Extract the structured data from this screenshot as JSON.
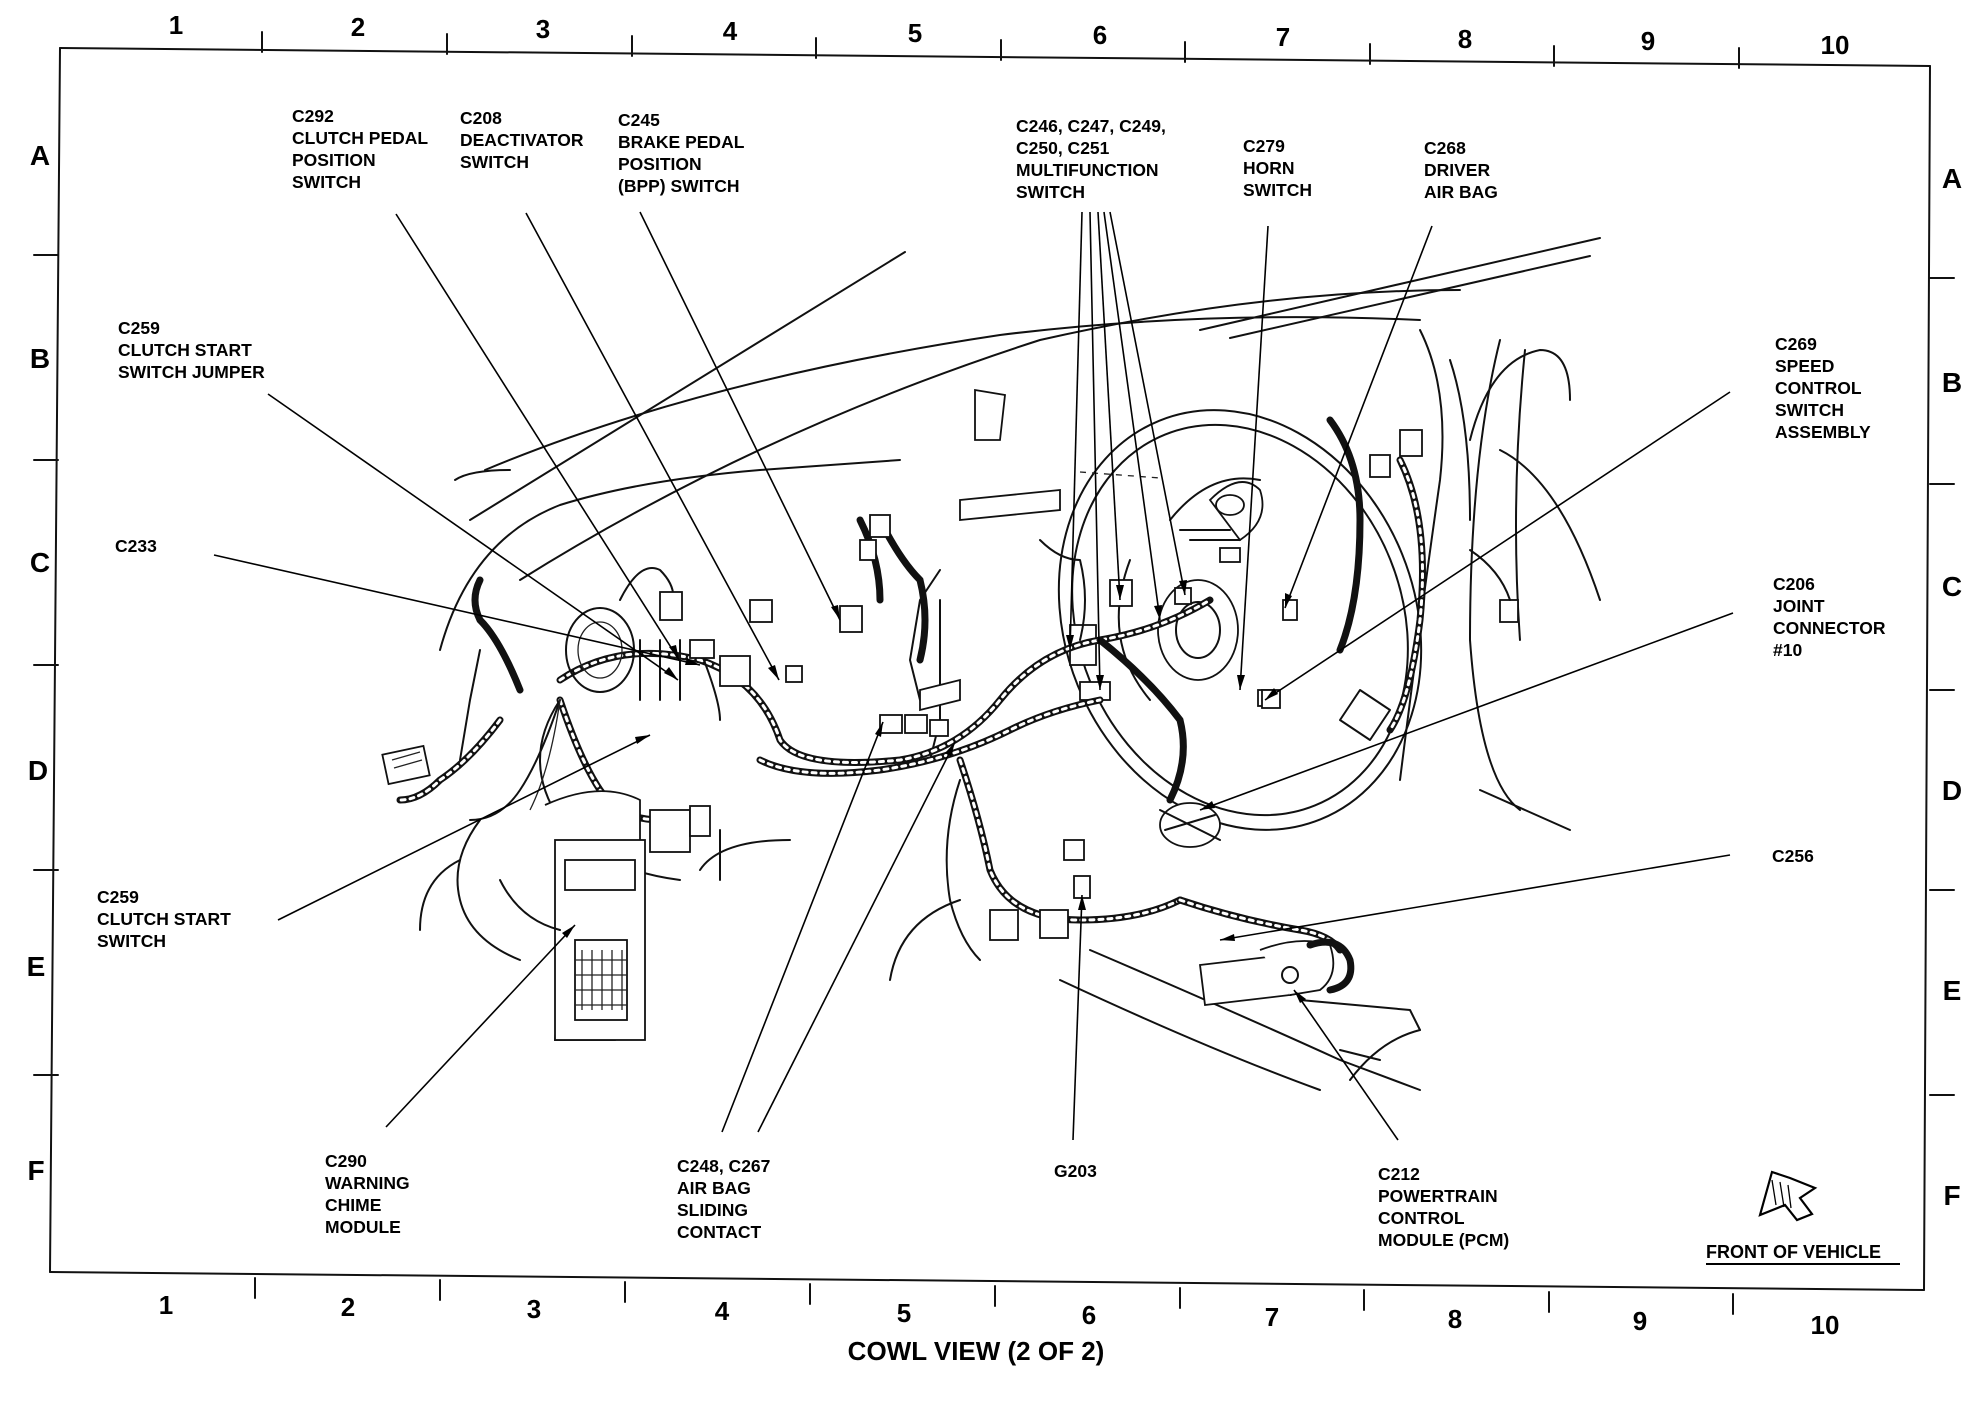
{
  "grid": {
    "columns": [
      "1",
      "2",
      "3",
      "4",
      "5",
      "6",
      "7",
      "8",
      "9",
      "10"
    ],
    "rows": [
      "A",
      "B",
      "C",
      "D",
      "E",
      "F"
    ]
  },
  "labels": {
    "c292": [
      "C292",
      "CLUTCH PEDAL",
      "POSITION",
      "SWITCH"
    ],
    "c208": [
      "C208",
      "DEACTIVATOR",
      "SWITCH"
    ],
    "c245": [
      "C245",
      "BRAKE PEDAL",
      "POSITION",
      "(BPP) SWITCH"
    ],
    "c246": [
      "C246, C247, C249,",
      "C250, C251",
      "MULTIFUNCTION",
      "SWITCH"
    ],
    "c279": [
      "C279",
      "HORN",
      "SWITCH"
    ],
    "c268": [
      "C268",
      "DRIVER",
      "AIR BAG"
    ],
    "c259_jumper": [
      "C259",
      "CLUTCH START",
      "SWITCH JUMPER"
    ],
    "c269": [
      "C269",
      "SPEED",
      "CONTROL",
      "SWITCH",
      "ASSEMBLY"
    ],
    "c233": [
      "C233"
    ],
    "c206": [
      "C206",
      "JOINT",
      "CONNECTOR",
      "#10"
    ],
    "c256": [
      "C256"
    ],
    "c259_switch": [
      "C259",
      "CLUTCH START",
      "SWITCH"
    ],
    "c290": [
      "C290",
      "WARNING",
      "CHIME",
      "MODULE"
    ],
    "c248": [
      "C248, C267",
      "AIR BAG",
      "SLIDING",
      "CONTACT"
    ],
    "g203": [
      "G203"
    ],
    "c212": [
      "C212",
      "POWERTRAIN",
      "CONTROL",
      "MODULE (PCM)"
    ]
  },
  "caption": "COWL VIEW (2 OF 2)",
  "front_of_vehicle": "FRONT OF VEHICLE",
  "icons": {
    "front_arrow": "front-of-vehicle-arrow-icon"
  }
}
